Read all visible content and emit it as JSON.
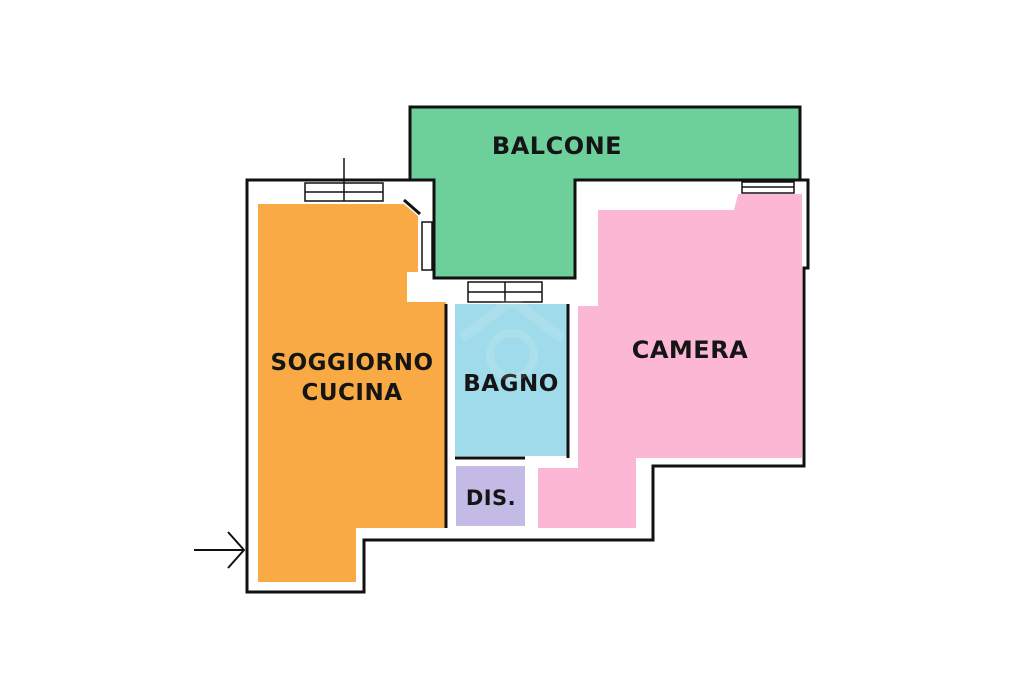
{
  "rooms": {
    "balcone": {
      "label": "BALCONE",
      "color": "#6dcf9a"
    },
    "soggiorno": {
      "label_line1": "SOGGIORNO",
      "label_line2": "CUCINA",
      "color": "#f9aa45"
    },
    "bagno": {
      "label": "BAGNO",
      "color": "#9fdbea"
    },
    "camera": {
      "label": "CAMERA",
      "color": "#fcb7d5"
    },
    "disimpegno": {
      "label": "DIS.",
      "color": "#c3bae6"
    }
  },
  "icons": {
    "entrance": "arrow-right-icon",
    "watermark": "house-watermark-icon"
  }
}
